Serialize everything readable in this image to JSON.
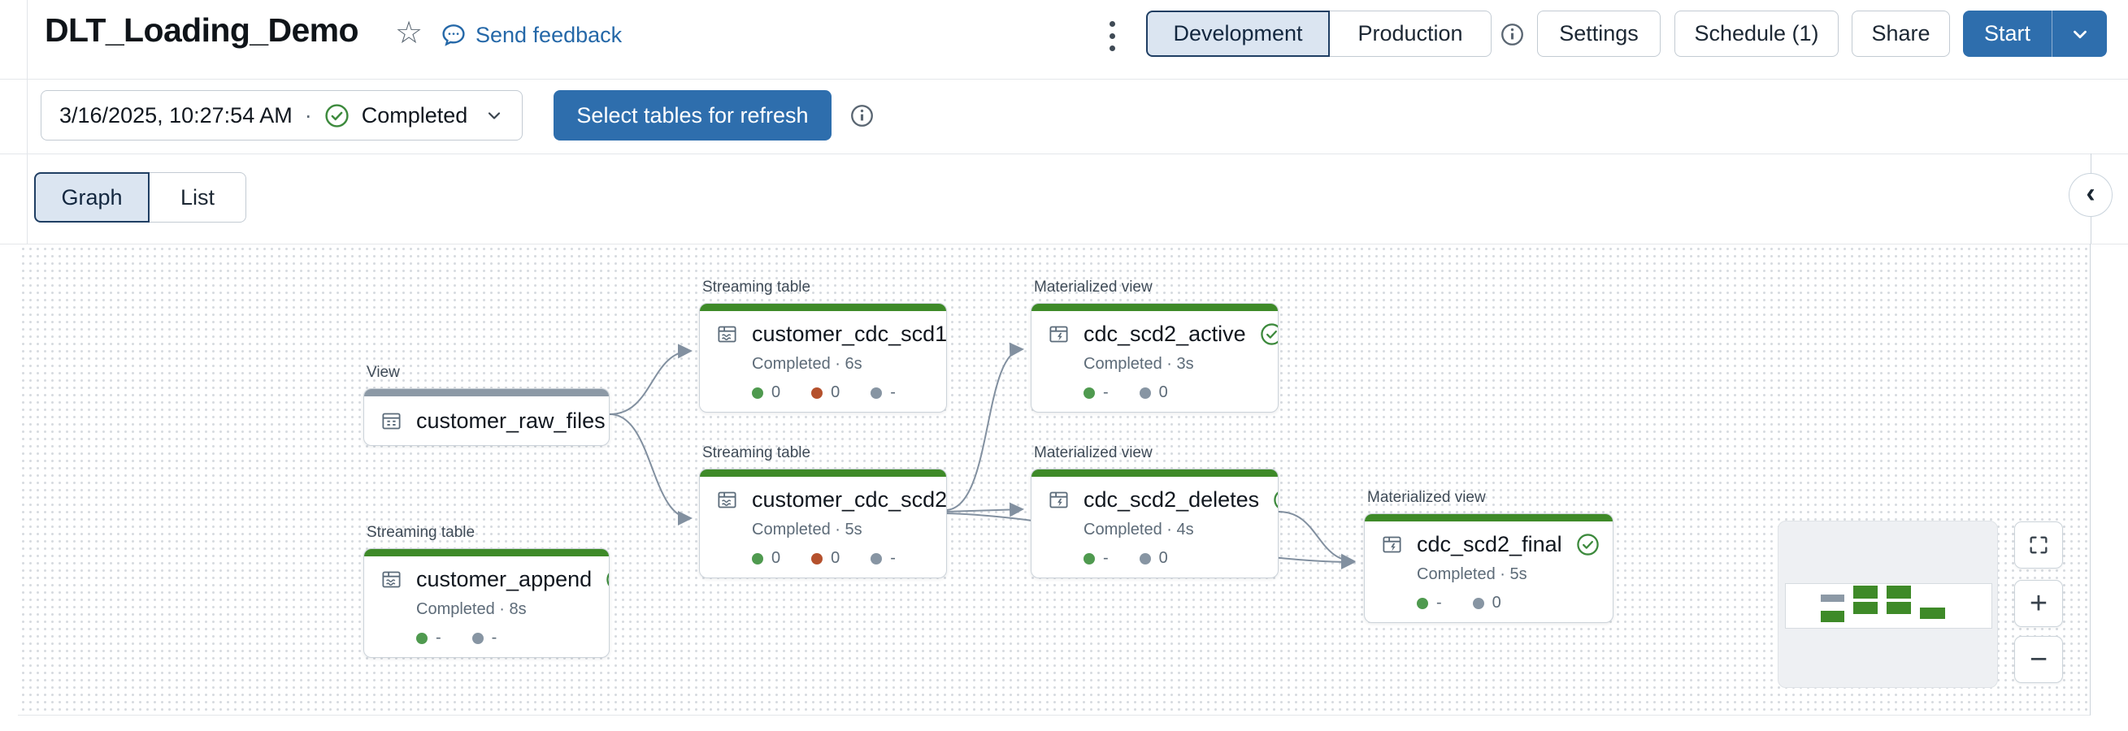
{
  "header": {
    "title": "DLT_Loading_Demo",
    "send_feedback_label": "Send feedback",
    "env_toggle": {
      "development": "Development",
      "production": "Production",
      "selected": "Development"
    },
    "settings_label": "Settings",
    "schedule_label": "Schedule (1)",
    "share_label": "Share",
    "start_label": "Start"
  },
  "run_bar": {
    "timestamp": "3/16/2025, 10:27:54 AM",
    "separator": "·",
    "status": "Completed",
    "refresh_button_label": "Select tables for refresh"
  },
  "tabs": {
    "graph": "Graph",
    "list": "List",
    "selected": "Graph"
  },
  "icons": {
    "star": "☆",
    "collapse_chevron": "‹",
    "zoom_in": "+",
    "zoom_out": "−"
  },
  "colors": {
    "green_bar": "#3e8a28",
    "gray_bar": "#8c99a6",
    "green_dot": "#4f9a4f",
    "orange_dot": "#b5512d",
    "gray_dot": "#8795a3",
    "accent_blue": "#2e6ead",
    "check_green": "#3d8a3d"
  },
  "graph": {
    "nodes": [
      {
        "id": "customer_raw_files",
        "type_label": "View",
        "name": "customer_raw_files",
        "icon": "view",
        "bar": "gray"
      },
      {
        "id": "customer_cdc_scd1",
        "type_label": "Streaming table",
        "name": "customer_cdc_scd1",
        "icon": "streaming-table",
        "bar": "green",
        "status": "Completed · 6s",
        "metrics": [
          {
            "dot": "green",
            "value": "0"
          },
          {
            "dot": "orange",
            "value": "0"
          },
          {
            "dot": "gray",
            "value": "-"
          }
        ]
      },
      {
        "id": "cdc_scd2_active",
        "type_label": "Materialized view",
        "name": "cdc_scd2_active",
        "icon": "materialized-view",
        "bar": "green",
        "status": "Completed · 3s",
        "metrics": [
          {
            "dot": "green",
            "value": "-"
          },
          {
            "dot": "gray",
            "value": "0"
          }
        ]
      },
      {
        "id": "customer_cdc_scd2",
        "type_label": "Streaming table",
        "name": "customer_cdc_scd2",
        "icon": "streaming-table",
        "bar": "green",
        "status": "Completed · 5s",
        "metrics": [
          {
            "dot": "green",
            "value": "0"
          },
          {
            "dot": "orange",
            "value": "0"
          },
          {
            "dot": "gray",
            "value": "-"
          }
        ]
      },
      {
        "id": "cdc_scd2_deletes",
        "type_label": "Materialized view",
        "name": "cdc_scd2_deletes",
        "icon": "materialized-view",
        "bar": "green",
        "status": "Completed · 4s",
        "metrics": [
          {
            "dot": "green",
            "value": "-"
          },
          {
            "dot": "gray",
            "value": "0"
          }
        ]
      },
      {
        "id": "cdc_scd2_final",
        "type_label": "Materialized view",
        "name": "cdc_scd2_final",
        "icon": "materialized-view",
        "bar": "green",
        "status": "Completed · 5s",
        "metrics": [
          {
            "dot": "green",
            "value": "-"
          },
          {
            "dot": "gray",
            "value": "0"
          }
        ]
      },
      {
        "id": "customer_append",
        "type_label": "Streaming table",
        "name": "customer_append",
        "icon": "streaming-table",
        "bar": "green",
        "status": "Completed · 8s",
        "metrics": [
          {
            "dot": "green",
            "value": "-"
          },
          {
            "dot": "gray",
            "value": "-"
          }
        ]
      }
    ],
    "edges": [
      {
        "from": "customer_raw_files",
        "to": "customer_cdc_scd1"
      },
      {
        "from": "customer_raw_files",
        "to": "customer_cdc_scd2"
      },
      {
        "from": "customer_cdc_scd2",
        "to": "cdc_scd2_active"
      },
      {
        "from": "customer_cdc_scd2",
        "to": "cdc_scd2_deletes"
      },
      {
        "from": "customer_cdc_scd2",
        "to": "cdc_scd2_final"
      },
      {
        "from": "cdc_scd2_deletes",
        "to": "cdc_scd2_final"
      }
    ]
  }
}
